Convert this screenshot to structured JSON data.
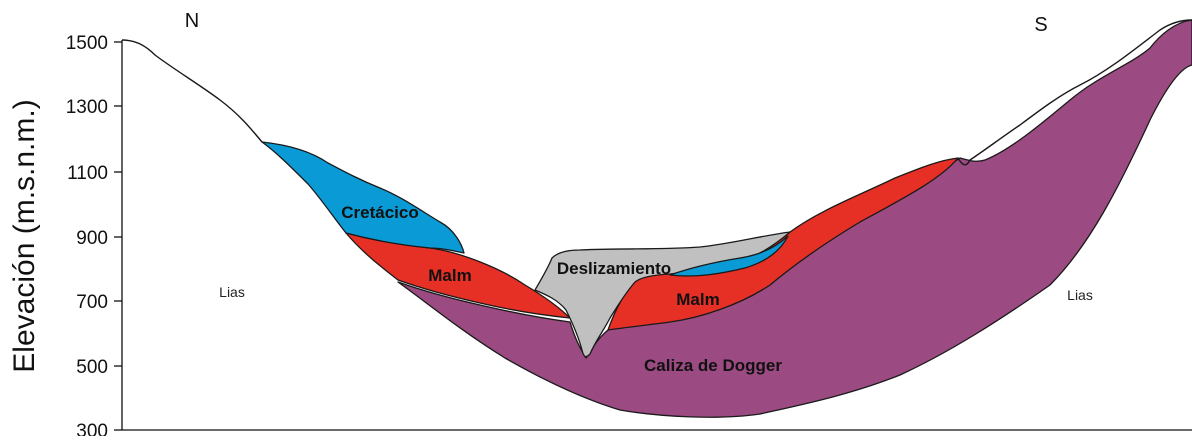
{
  "y_axis": {
    "label": "Elevación (m.s.n.m.)",
    "ticks": [
      "1500",
      "1300",
      "1100",
      "900",
      "700",
      "500",
      "300"
    ]
  },
  "orientation": {
    "north": "N",
    "south": "S"
  },
  "units": {
    "cretacico": {
      "label": "Cretácico",
      "color": "#0a9bd6"
    },
    "malm_left": {
      "label": "Malm",
      "color": "#e63026"
    },
    "malm_right": {
      "label": "Malm",
      "color": "#e63026"
    },
    "deslizamiento": {
      "label": "Deslizamiento",
      "color": "#c0c0c0"
    },
    "caliza_dogger": {
      "label": "Caliza de Dogger",
      "color": "#9c4a82"
    },
    "lias_left": {
      "label": "Lias"
    },
    "lias_right": {
      "label": "Lias"
    }
  }
}
